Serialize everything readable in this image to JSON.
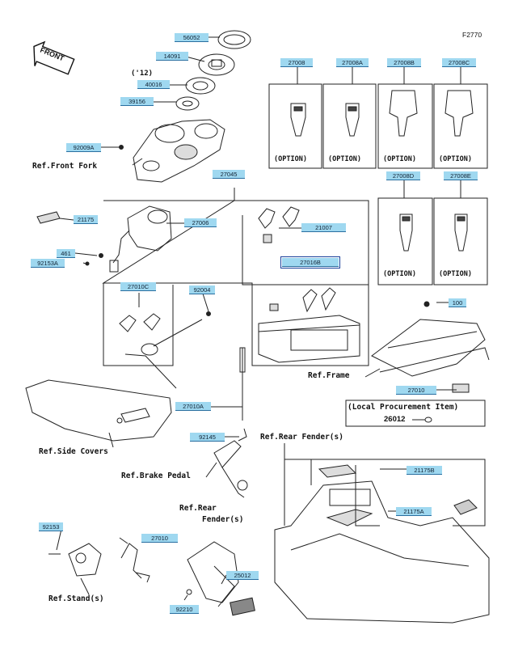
{
  "figure_number": "F2770",
  "front_arrow_label": "FRONT",
  "year_note": "('12)",
  "part_labels": {
    "p56052": "56052",
    "p14091": "14091",
    "p40016": "40016",
    "p39156": "39156",
    "p92009a": "92009A",
    "p27045": "27045",
    "p21175": "21175",
    "p27006": "27006",
    "p461": "461",
    "p92153a": "92153A",
    "p21007": "21007",
    "p27016b": "27016B",
    "p27010c": "27010C",
    "p92004": "92004",
    "p27010a": "27010A",
    "p92145": "92145",
    "p27008": "27008",
    "p27008a": "27008A",
    "p27008b": "27008B",
    "p27008c": "27008C",
    "p27008d": "27008D",
    "p27008e": "27008E",
    "p100": "100",
    "p27010": "27010",
    "p21175b": "21175B",
    "p21175a": "21175A",
    "p92153": "92153",
    "p27010s": "27010",
    "p25012": "25012",
    "p92210": "92210"
  },
  "references": {
    "front_fork": "Ref.Front Fork",
    "frame": "Ref.Frame",
    "side_covers": "Ref.Side Covers",
    "rear_fender_s": "Ref.Rear Fender(s)",
    "brake_pedal": "Ref.Brake Pedal",
    "rear_fender_2a": "Ref.Rear",
    "rear_fender_2b": "Fender(s)",
    "stand": "Ref.Stand(s)"
  },
  "option_label": "(OPTION)",
  "local_procurement": {
    "title": "(Local Procurement Item)",
    "part": "26012"
  }
}
